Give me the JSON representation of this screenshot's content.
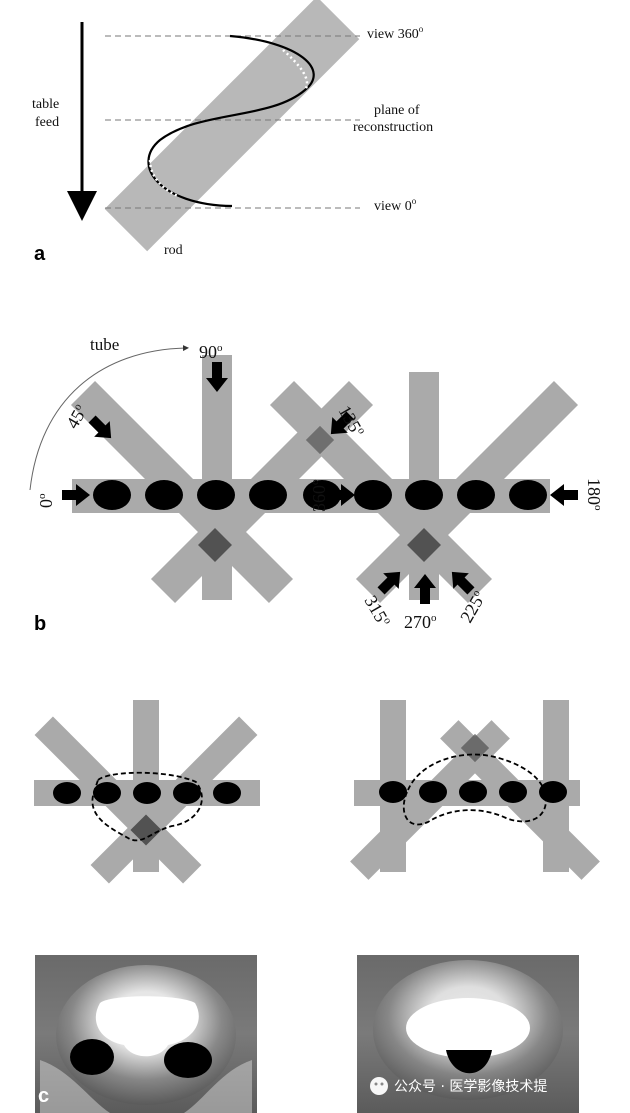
{
  "panel_a": {
    "letter": "a",
    "table_feed_line1": "table",
    "table_feed_line2": "feed",
    "view_360_text": "view 360",
    "view_360_sup": "o",
    "plane_line1": "plane of",
    "plane_line2": "reconstruction",
    "view_0_text": "view 0",
    "view_0_sup": "o",
    "rod": "rod"
  },
  "panel_b": {
    "letter": "b",
    "tube": "tube",
    "angles": {
      "a0": "0",
      "a45": "45",
      "a90": "90",
      "a135": "135",
      "a180": "180",
      "a225": "225",
      "a270": "270",
      "a315": "315",
      "a360": "360"
    },
    "degree_sup": "o"
  },
  "panel_c": {
    "letter": "c"
  },
  "watermark": {
    "text": "公众号 · 医学影像技术提"
  },
  "colors": {
    "beam": "#8e8e8e",
    "beam_dark": "#4a4a4a",
    "ellipse": "#000000",
    "background": "#ffffff"
  }
}
